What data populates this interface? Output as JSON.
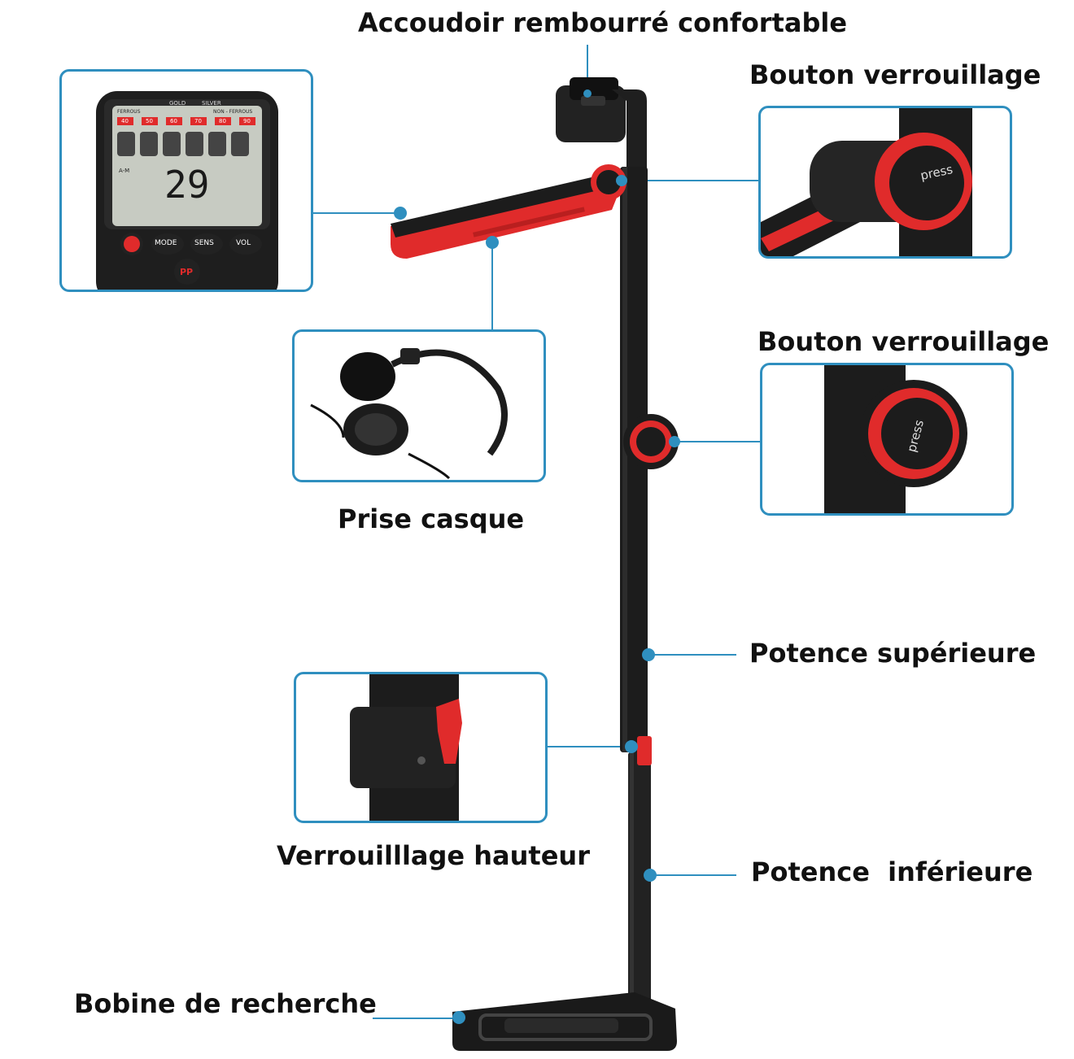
{
  "labels": {
    "armrest": "Accoudoir rembourré confortable",
    "lock_button_top": "Bouton verrouillage",
    "lock_button_middle": "Bouton verrouillage",
    "headphone": "Prise casque",
    "upper_stem": "Potence supérieure",
    "height_lock": "Verrouilllage hauteur",
    "lower_stem": "Potence  inférieure",
    "search_coil": "Bobine de recherche"
  },
  "control_panel": {
    "header": "GOLD",
    "header2": "SILVER",
    "ferrous": "FERROUS",
    "non_ferrous": "NON - FERROUS",
    "scale": [
      "40",
      "50",
      "60",
      "70",
      "80",
      "90"
    ],
    "mode_indicator": "A-M",
    "reading": "29",
    "buttons": [
      "MODE",
      "SENS",
      "VOL"
    ],
    "pp_button": "PP"
  },
  "press_text": "press",
  "colors": {
    "accent": "#2f8fbf",
    "red": "#e02b2b",
    "body": "#1c1c1c"
  }
}
